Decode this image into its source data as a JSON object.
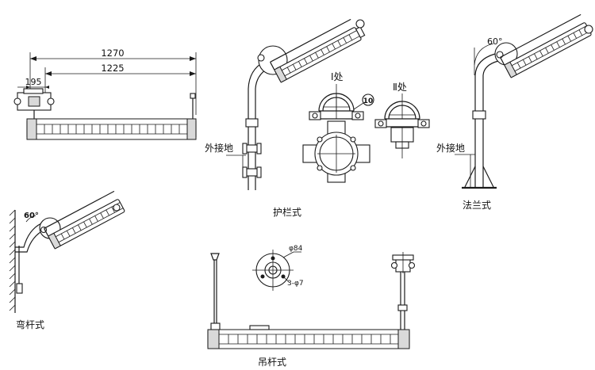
{
  "dimensions": {
    "overall_length": "1270",
    "body_length": "1225",
    "end_offset": "195"
  },
  "labels": {
    "guardrail_mount": "护栏式",
    "flange_mount": "法兰式",
    "bent_pole_mount": "弯杆式",
    "suspended_mount": "吊杆式",
    "grounding_left": "外接地",
    "grounding_right": "外接地",
    "detail_one": "Ⅰ处",
    "detail_two": "Ⅱ处",
    "angle_flange": "60°",
    "angle_bent": "60°",
    "clamp_number": "10",
    "mount_diameter": "φ84",
    "hole_spec": "3-φ7"
  }
}
